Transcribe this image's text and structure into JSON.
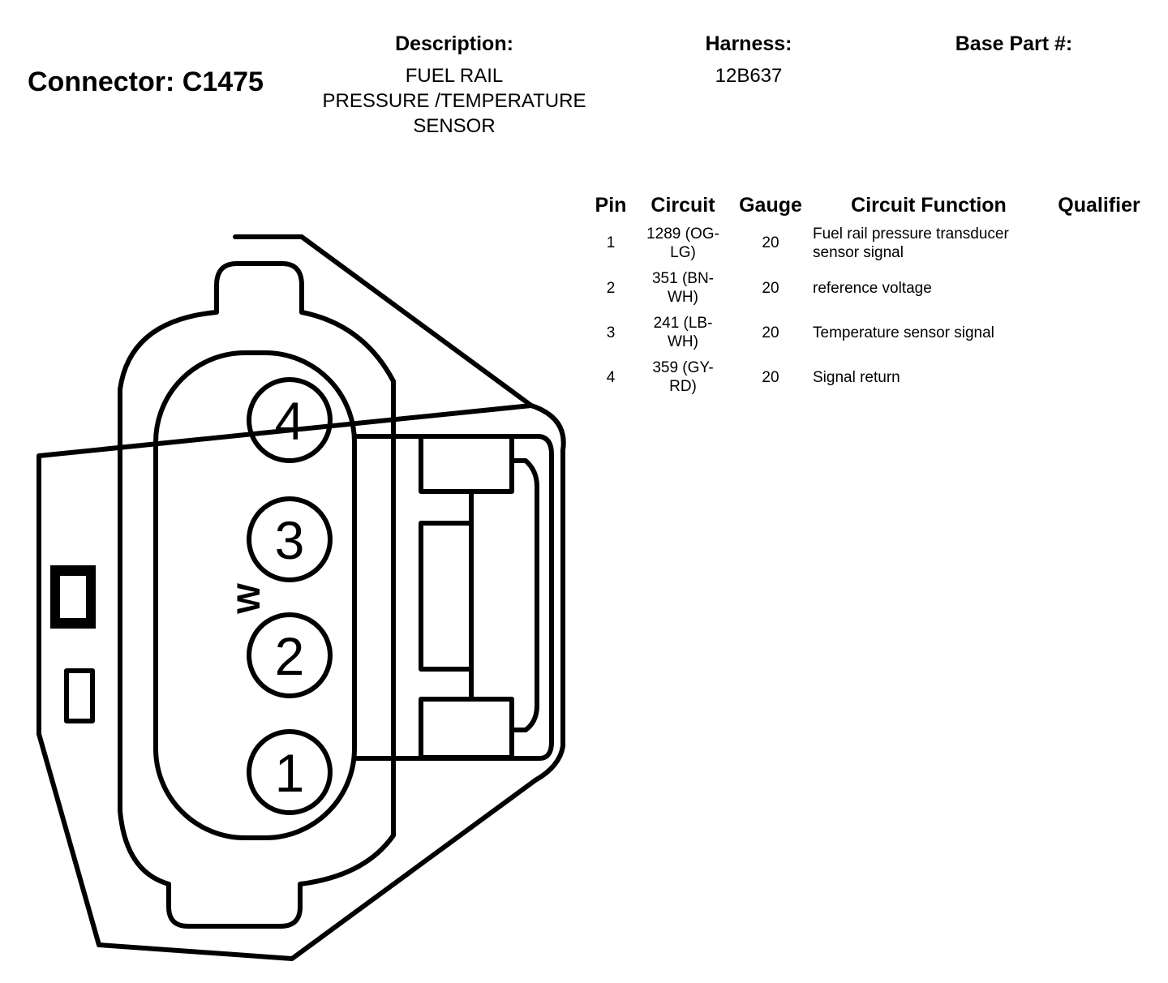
{
  "header": {
    "connector_title": "Connector: C1475",
    "description_label": "Description:",
    "description_lines": [
      "FUEL RAIL",
      "PRESSURE /TEMPERATURE",
      "SENSOR"
    ],
    "harness_label": "Harness:",
    "harness_value": "12B637",
    "base_part_label": "Base Part #:"
  },
  "table": {
    "columns": [
      "Pin",
      "Circuit",
      "Gauge",
      "Circuit Function",
      "Qualifier"
    ],
    "rows": [
      {
        "pin": "1",
        "circuit": [
          "1289 (OG-",
          "LG)"
        ],
        "gauge": "20",
        "function": [
          "Fuel rail pressure transducer",
          "sensor signal"
        ]
      },
      {
        "pin": "2",
        "circuit": [
          "351 (BN-",
          "WH)"
        ],
        "gauge": "20",
        "function": [
          "reference voltage"
        ]
      },
      {
        "pin": "3",
        "circuit": [
          "241 (LB-",
          "WH)"
        ],
        "gauge": "20",
        "function": [
          "Temperature sensor signal"
        ]
      },
      {
        "pin": "4",
        "circuit": [
          "359 (GY-",
          "RD)"
        ],
        "gauge": "20",
        "function": [
          "Signal return"
        ]
      }
    ]
  },
  "diagram": {
    "pin_labels": [
      "4",
      "3",
      "2",
      "1"
    ],
    "marker_label": "W"
  }
}
